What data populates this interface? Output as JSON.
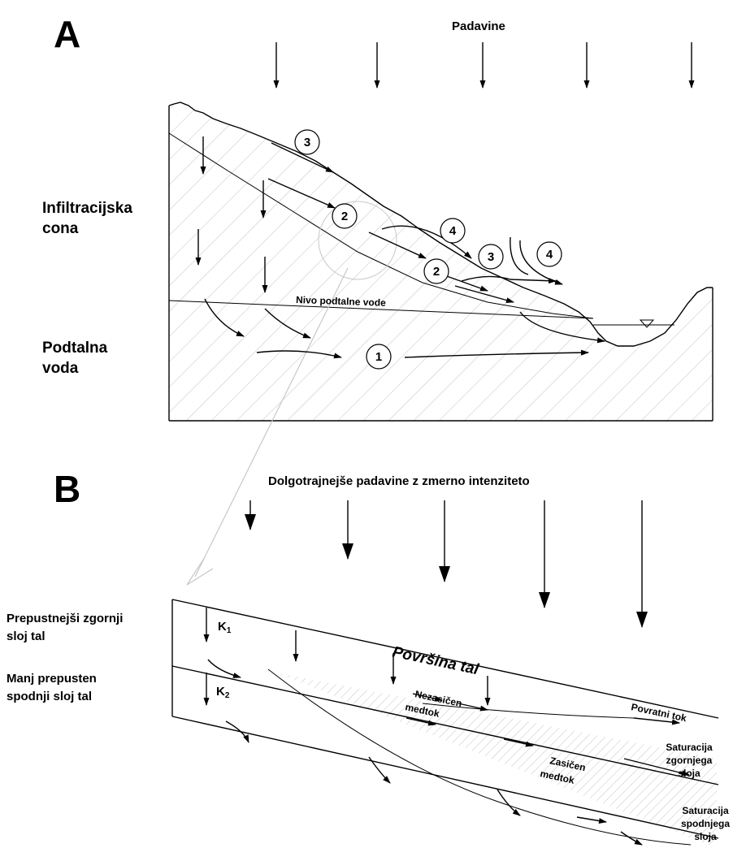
{
  "panel_a": {
    "letter": "A",
    "precipitation": "Padavine",
    "infiltration_zone": [
      "Infiltracijska",
      "cona"
    ],
    "groundwater": [
      "Podtalna",
      "voda"
    ],
    "water_table": "Nivo podtalne vode",
    "markers": [
      "3",
      "2",
      "4",
      "2",
      "3",
      "4",
      "1"
    ]
  },
  "panel_b": {
    "letter": "B",
    "precipitation": "Dolgotrajnejše padavine z zmerno intenziteto",
    "upper_layer": [
      "Prepustnejši zgornji",
      "sloj tal"
    ],
    "lower_layer": [
      "Manj prepusten",
      "spodnji sloj tal"
    ],
    "k1": "K",
    "k1_sub": "1",
    "k2": "K",
    "k2_sub": "2",
    "surface": "Površina tal",
    "unsaturated": [
      "Nezasičen",
      "medtok"
    ],
    "return_flow": "Povratni tok",
    "saturated": [
      "Zasičen",
      "medtok"
    ],
    "upper_saturation": [
      "Saturacija",
      "zgornjega",
      "sloja"
    ],
    "lower_saturation": [
      "Saturacija",
      "spodnjega",
      "sloja"
    ]
  }
}
